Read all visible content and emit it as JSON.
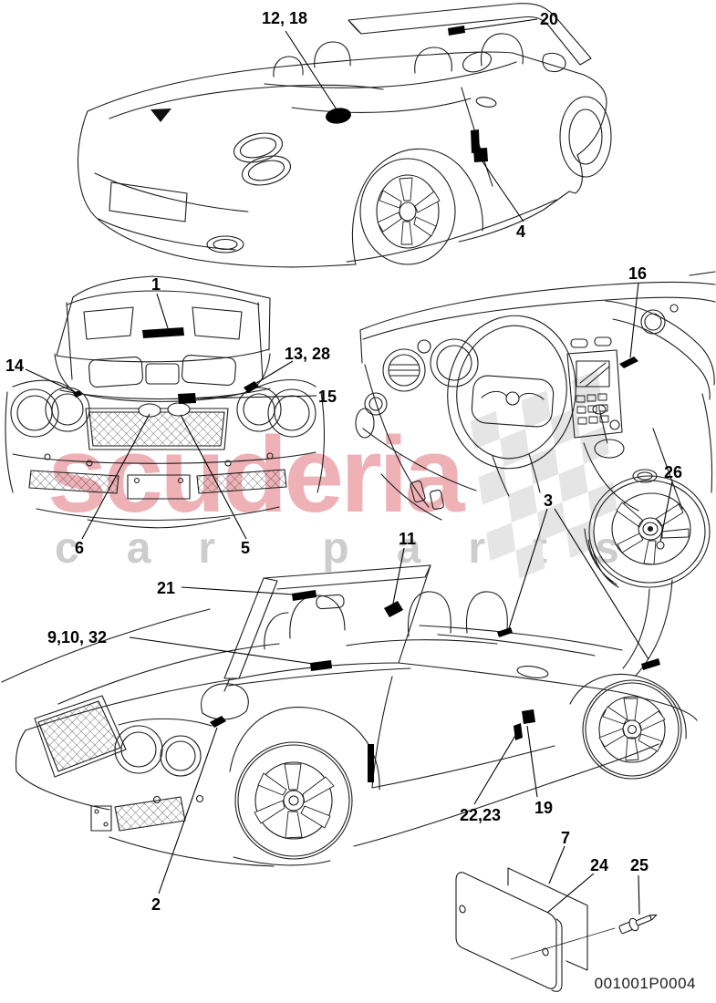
{
  "watermark": {
    "brand": "scuderia",
    "sub": "car parts",
    "brand_color": "rgba(203,18,32,0.33)",
    "sub_color": "#cdcdcd",
    "flag_color": "#e5e5e5"
  },
  "part_number": "001001P0004",
  "line_color": "#1c1c1c",
  "marker_color": "#000000",
  "callouts": {
    "c12_18": "12, 18",
    "c20": "20",
    "c4": "4",
    "c1": "1",
    "c14": "14",
    "c13_28": "13, 28",
    "c15": "15",
    "c6": "6",
    "c5": "5",
    "c16": "16",
    "c26": "26",
    "c3": "3",
    "c21": "21",
    "c11": "11",
    "c9_10_32": "9,10, 32",
    "c2": "2",
    "c22_23": "22,23",
    "c19": "19",
    "c7": "7",
    "c24": "24",
    "c25": "25"
  }
}
